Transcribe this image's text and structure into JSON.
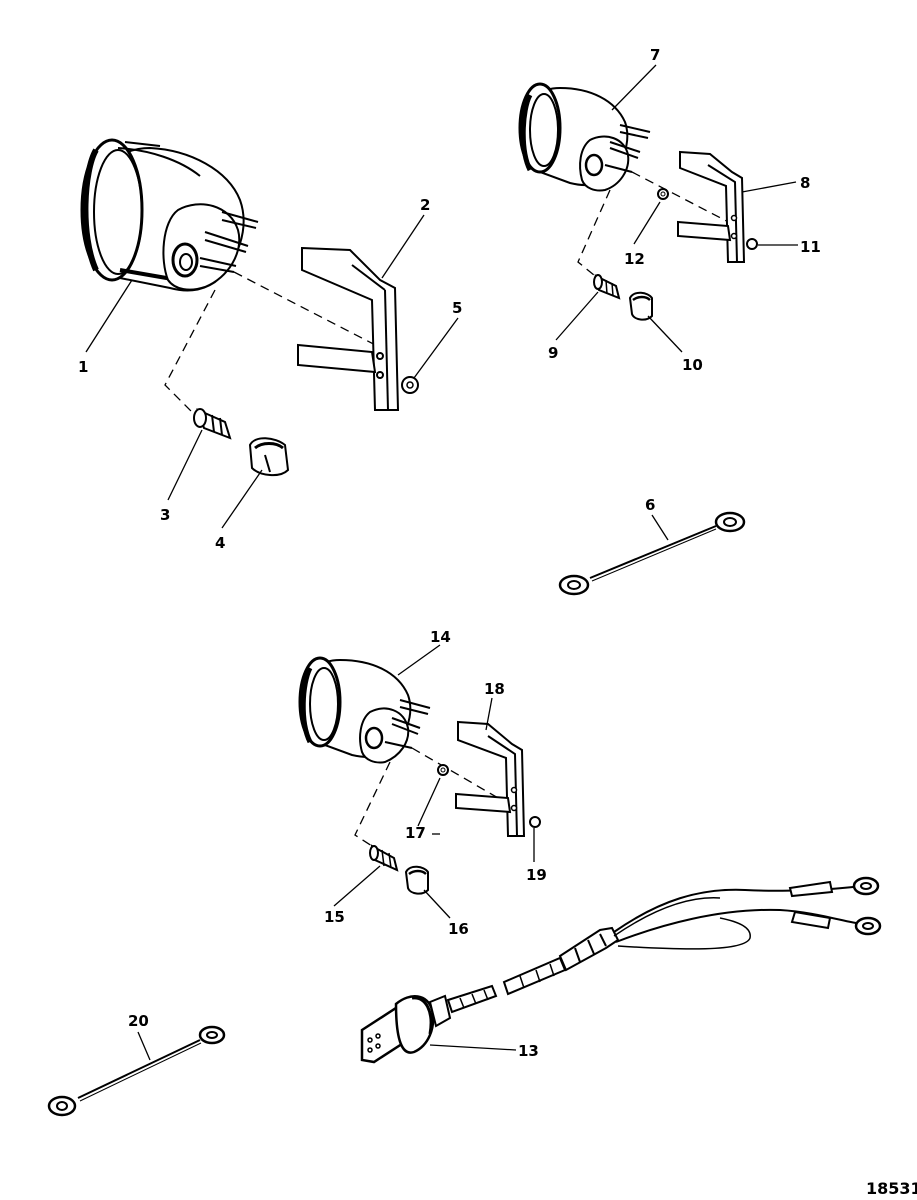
{
  "diagram": {
    "reference_number": "18531",
    "callouts": [
      "1",
      "2",
      "3",
      "4",
      "5",
      "6",
      "7",
      "8",
      "9",
      "10",
      "11",
      "12",
      "13",
      "14",
      "15",
      "16",
      "17",
      "18",
      "19",
      "20"
    ]
  }
}
